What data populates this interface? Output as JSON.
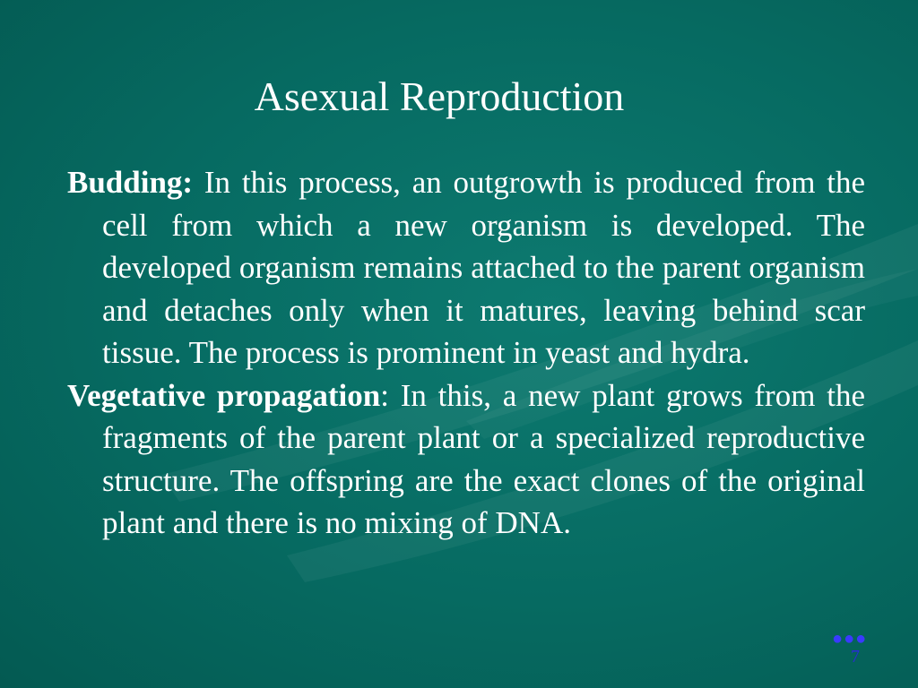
{
  "slide": {
    "title": "Asexual Reproduction",
    "paragraphs": [
      {
        "term": "Budding:",
        "punct": "",
        "text": " In this process, an outgrowth is produced from the cell from which a new organism is developed. The developed organism remains attached to the parent organism and detaches only when it matures, leaving behind scar tissue. The process is prominent in yeast and hydra."
      },
      {
        "term": "Vegetative propagation",
        "punct": ":",
        "text": " In this, a new plant grows from the fragments of the parent plant or a specialized reproductive structure. The offspring are the exact clones of the original plant and there is no mixing of DNA."
      }
    ],
    "nav_dots": "●●●",
    "page_number": "7"
  },
  "colors": {
    "background": "#066a61",
    "text": "#ffffff",
    "page_number": "#2a2ad8"
  }
}
